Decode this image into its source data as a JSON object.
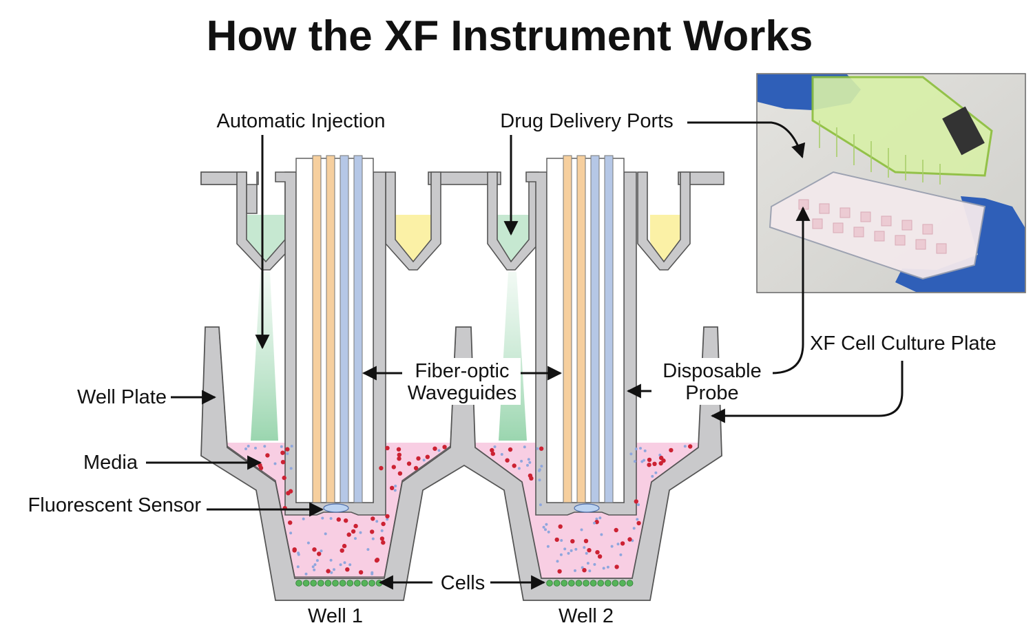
{
  "title": "How the XF Instrument Works",
  "labels": {
    "automatic_injection": "Automatic Injection",
    "drug_delivery_ports": "Drug Delivery Ports",
    "fiber_optic_line1": "Fiber-optic",
    "fiber_optic_line2": "Waveguides",
    "disposable_line1": "Disposable",
    "disposable_line2": "Probe",
    "xf_cell_culture_plate": "XF Cell Culture Plate",
    "well_plate": "Well Plate",
    "media": "Media",
    "fluorescent_sensor": "Fluorescent Sensor",
    "cells": "Cells",
    "well_1": "Well 1",
    "well_2": "Well 2"
  },
  "colors": {
    "plastic": "#c9c9cb",
    "plastic_edge": "#555555",
    "media": "#f7c6de",
    "injection_green": "#b8e2c6",
    "port_yellow": "#fbf1a6",
    "fiber_orange": "#f6cf9e",
    "fiber_blue": "#b5c7e6",
    "cell_green": "#56b45a",
    "particle_red": "#cc2233",
    "particle_blue": "#8fa6dd",
    "arrow": "#111111"
  }
}
